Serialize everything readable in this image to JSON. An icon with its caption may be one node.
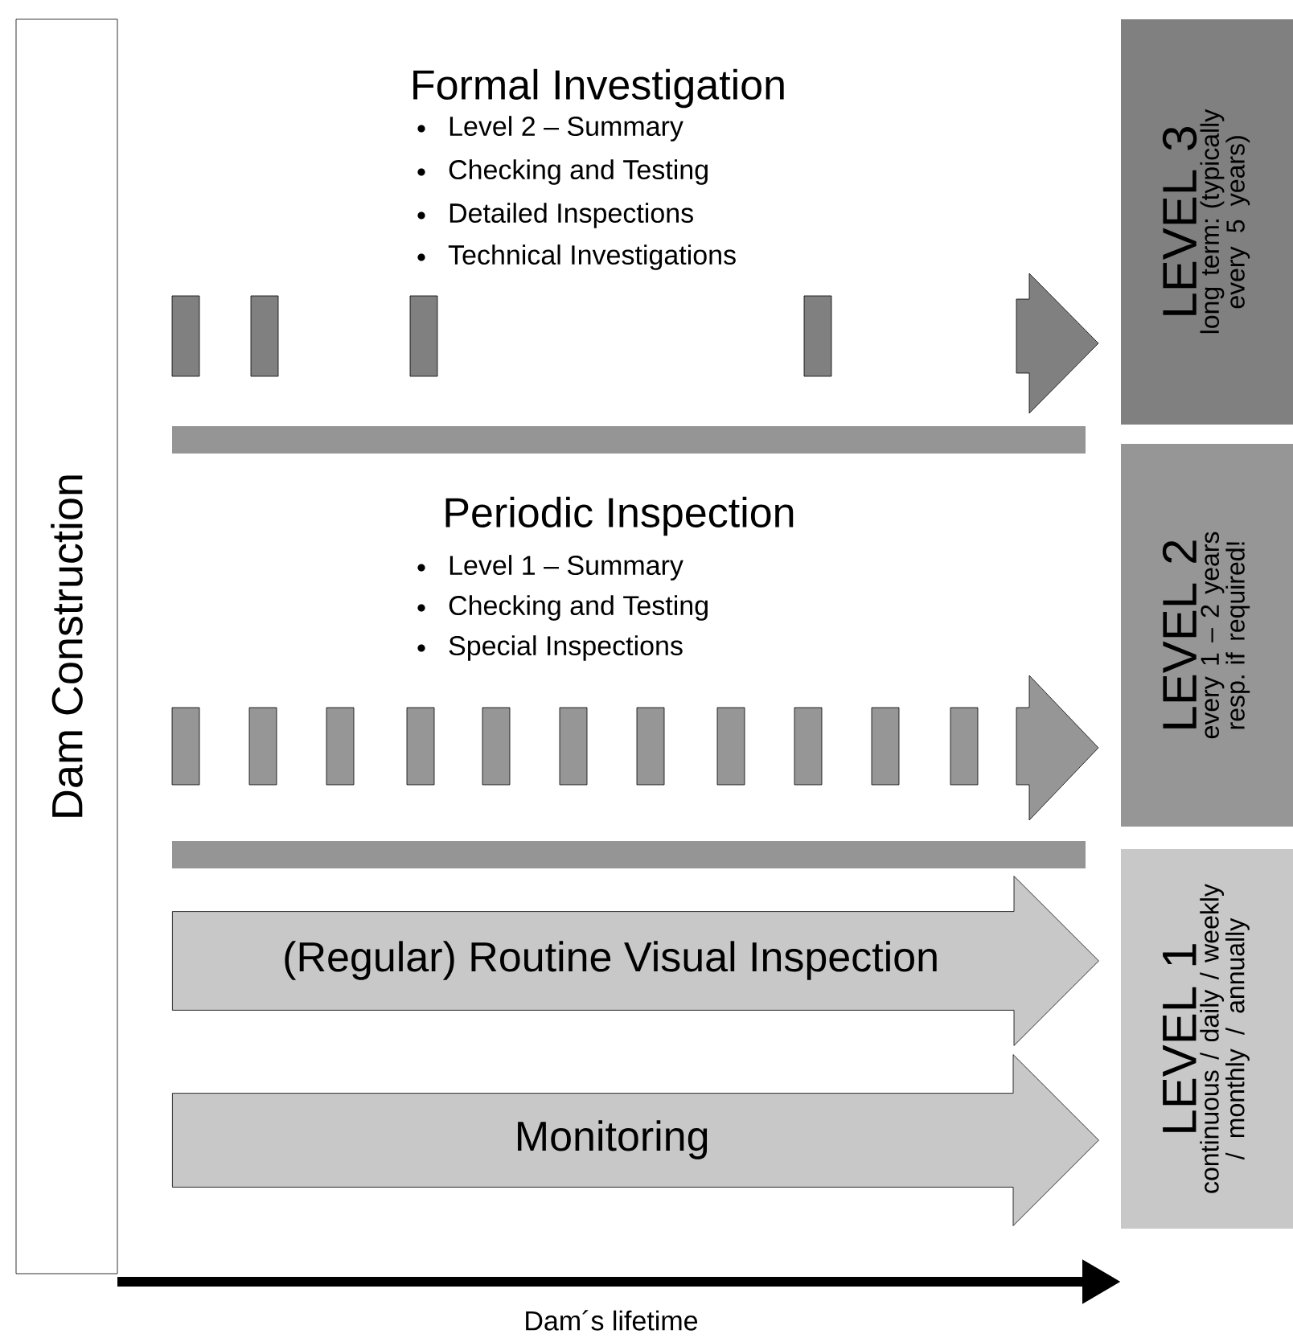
{
  "diagram": {
    "nodes": [
      {
        "text": [
          "Dam Construction"
        ]
      },
      {
        "text": [
          "LEVEL 3",
          "long term: (typically every 5 years)"
        ]
      },
      {
        "text": [
          "LEVEL 2",
          "every 1 – 2 years resp. if required!"
        ]
      },
      {
        "text": [
          "LEVEL 1",
          "continuous / daily / weekly / monthly / annually"
        ]
      },
      {
        "text": [
          "(Regular) Routine Visual Inspection"
        ]
      },
      {
        "text": [
          "Monitoring"
        ]
      }
    ],
    "labels": [
      "Formal Investigation",
      "Level 2 – Summary",
      "Checking and Testing",
      "Detailed Inspections",
      "Technical Investigations",
      "Periodic Inspection",
      "Level 1 – Summary",
      "Checking and Testing",
      "Special Inspections",
      "Dam´s lifetime"
    ]
  }
}
